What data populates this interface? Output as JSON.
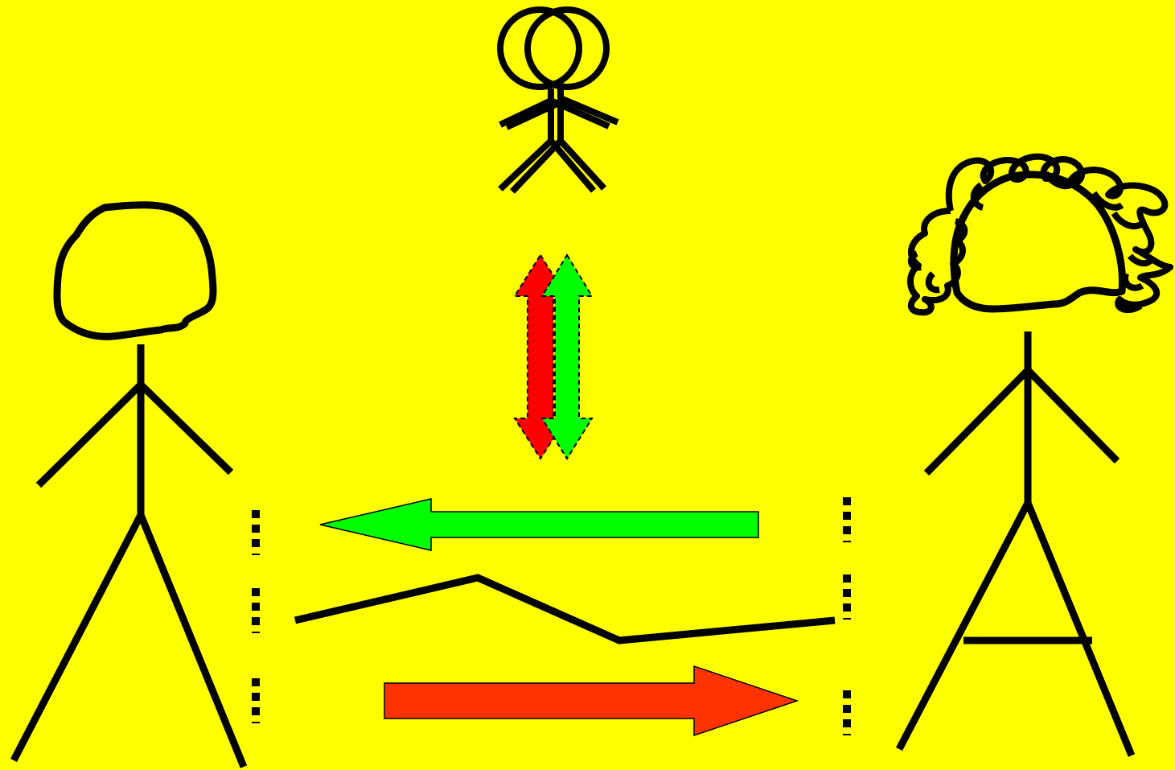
{
  "colors": {
    "background": "#ffff00",
    "stroke": "#000000",
    "green": "#00ff00",
    "red": "#ff0000",
    "orange": "#ff3300"
  },
  "figures": {
    "left_person": "stick-figure-left",
    "right_person": "stick-figure-curly-hair",
    "top_person": "small-stick-figure-double-outline"
  },
  "connectors": {
    "top_arrows": [
      "red-vertical-double-arrow",
      "green-vertical-double-arrow"
    ],
    "green_arrow_direction": "right-to-left",
    "orange_arrow_direction": "left-to-right",
    "middle_line": "zigzag-line"
  }
}
